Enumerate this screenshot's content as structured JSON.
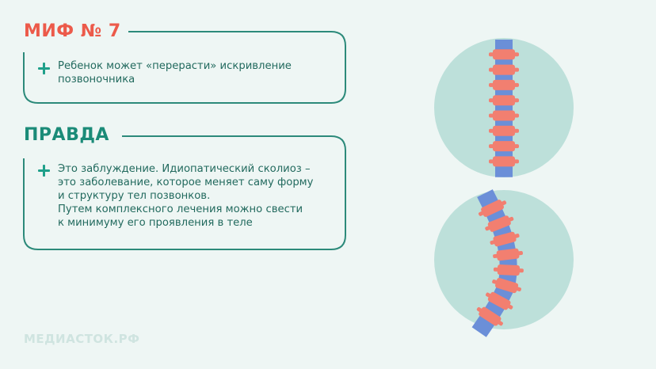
{
  "myth": {
    "title": "МИФ № 7",
    "text_lines": [
      "Ребенок может «перерасти» искривление",
      "позвоночника"
    ]
  },
  "truth": {
    "title": "ПРАВДА",
    "text_lines": [
      "Это заблуждение. Идиопатический сколиоз –",
      "это заболевание, которое меняет саму форму",
      "и структуру тел позвонков.",
      "Путем комплексного лечения можно свести",
      "к минимуму его проявления в теле"
    ]
  },
  "footer": {
    "brand": "МЕДИАСТОК.РФ"
  },
  "colors": {
    "myth_title": "#ec5a4a",
    "truth_title": "#1b8b78",
    "frame": "#2c8a7a",
    "circle": "#bde0da",
    "vertebra": "#f27f70",
    "disc": "#6b8fd8"
  },
  "icons": [
    "plus-icon",
    "straight-spine-icon",
    "curved-spine-icon"
  ]
}
